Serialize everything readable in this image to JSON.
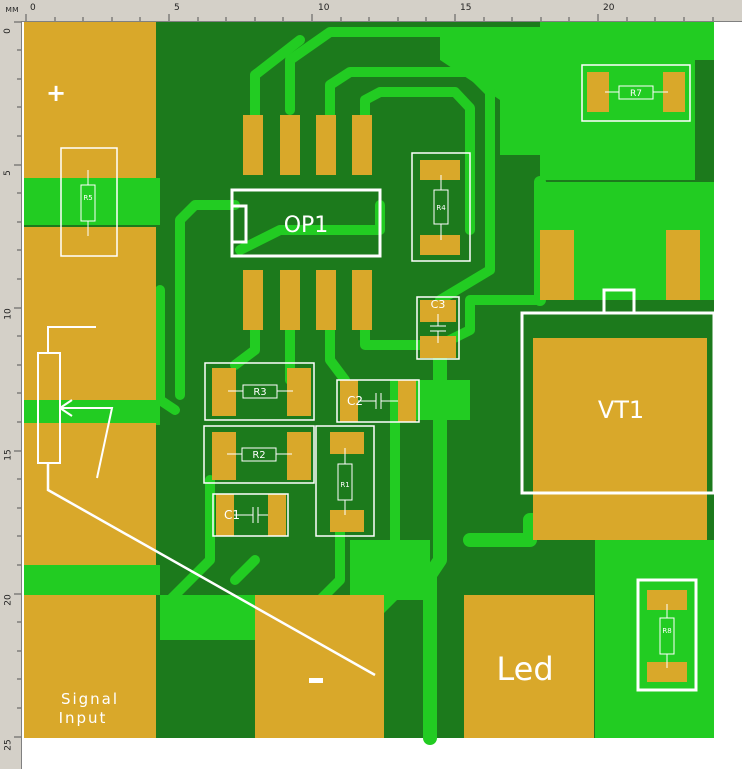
{
  "units": "мм",
  "ruler_top": [
    "0",
    "5",
    "10",
    "15",
    "20"
  ],
  "ruler_left": [
    "0",
    "5",
    "10",
    "15",
    "20",
    "25"
  ],
  "components": {
    "op1": "OP1",
    "vt1": "VT1",
    "r1": "R1",
    "r2": "R2",
    "r3": "R3",
    "r4": "R4",
    "r5": "R5",
    "r7": "R7",
    "r8": "R8",
    "c1": "C1",
    "c2": "C2",
    "c3": "C3"
  },
  "pads": {
    "plus": "+",
    "minus": "-",
    "led": "Led",
    "signal_line1": "Signal",
    "signal_line2": "Input"
  },
  "colors": {
    "board": "#1c7a1c",
    "copper": "#22cc22",
    "pad": "#d9a82a",
    "silk": "#ffffff"
  }
}
